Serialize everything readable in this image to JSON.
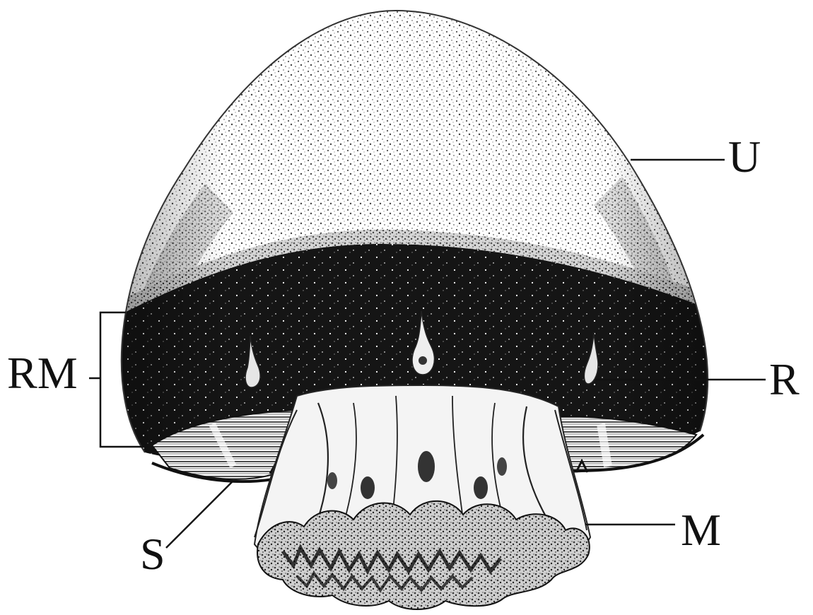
{
  "labels": {
    "u": "U",
    "r": "R",
    "m": "M",
    "s": "S",
    "rm": "RM"
  },
  "colors": {
    "ink": "#111111",
    "paper": "#ffffff",
    "stipple": "#6b6b6b",
    "dark_band": "#151515"
  }
}
